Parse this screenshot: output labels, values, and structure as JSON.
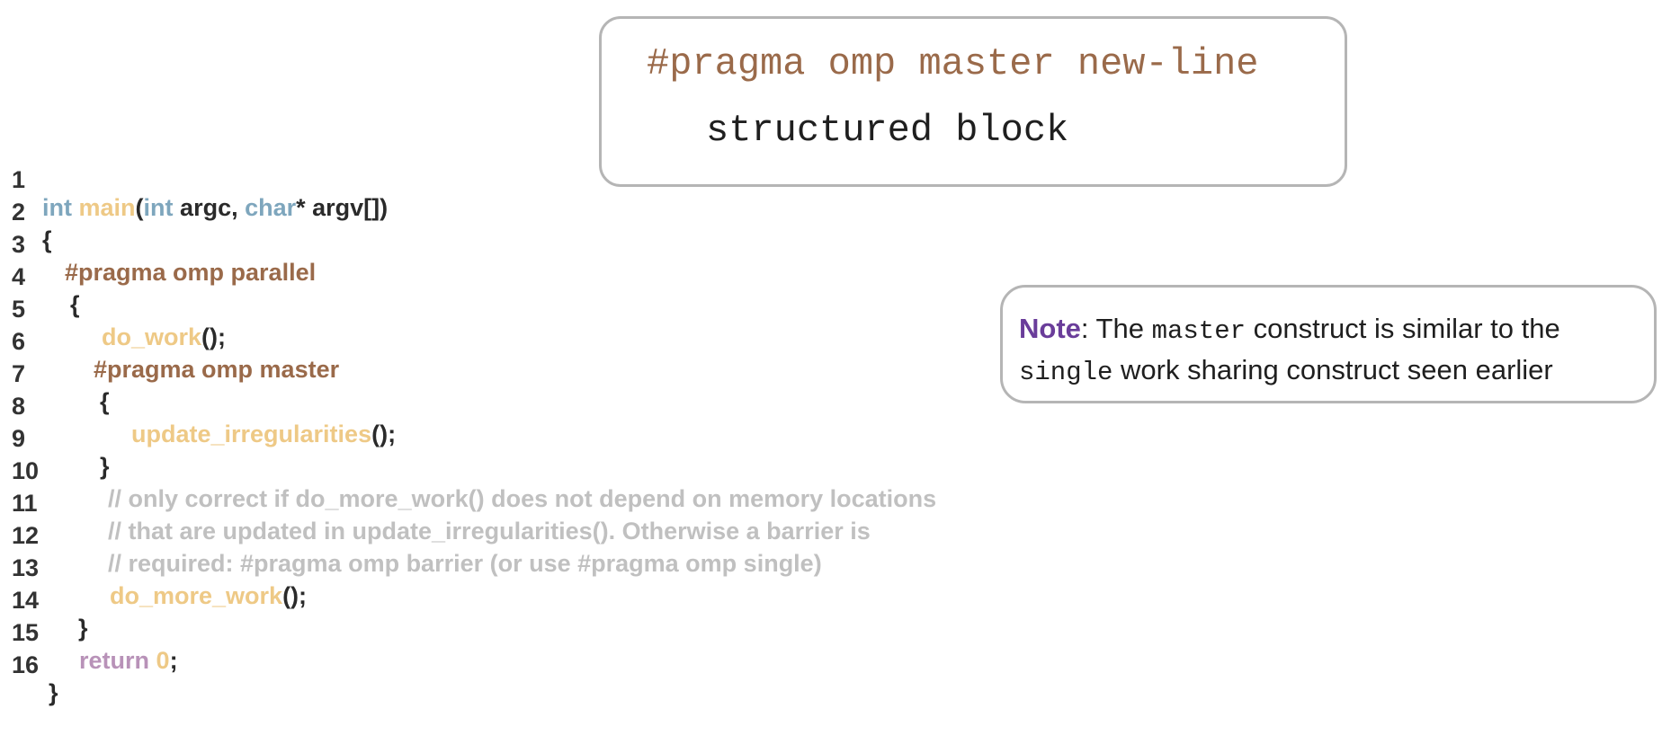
{
  "syntax_box": {
    "pragma": "#pragma omp master new-line",
    "block": "structured block"
  },
  "note": {
    "label": "Note",
    "text1": ": The ",
    "code1": "master",
    "text2": " construct is similar to the",
    "code2": "single",
    "text3": " work sharing construct seen earlier"
  },
  "code": {
    "line_numbers": [
      "1",
      "2",
      "3",
      "4",
      "5",
      "6",
      "7",
      "8",
      "9",
      "10",
      "11",
      "12",
      "13",
      "14",
      "15",
      "16"
    ],
    "l1": {
      "kw_int": "int",
      "fn_main": "main",
      "paren": "(",
      "kw_int2": "int",
      "argc": " argc, ",
      "kw_char": "char",
      "rest": "* argv[])"
    },
    "l2": "{",
    "l3": "#pragma omp parallel",
    "l4": "{",
    "l5": {
      "fn": "do_work",
      "rest": "();"
    },
    "l6": "#pragma omp master",
    "l7": "{",
    "l8": {
      "fn": "update_irregularities",
      "rest": "();"
    },
    "l9": "}",
    "l10": "// only correct if do_more_work() does not depend on memory locations",
    "l11": "// that are updated in update_irregularities(). Otherwise a barrier is",
    "l12": "// required: #pragma omp barrier (or use #pragma omp single)",
    "l13": {
      "fn": "do_more_work",
      "rest": "();"
    },
    "l14": "}",
    "l15": {
      "kw": "return",
      "num": "0",
      "rest": ";"
    },
    "l16": "}"
  }
}
